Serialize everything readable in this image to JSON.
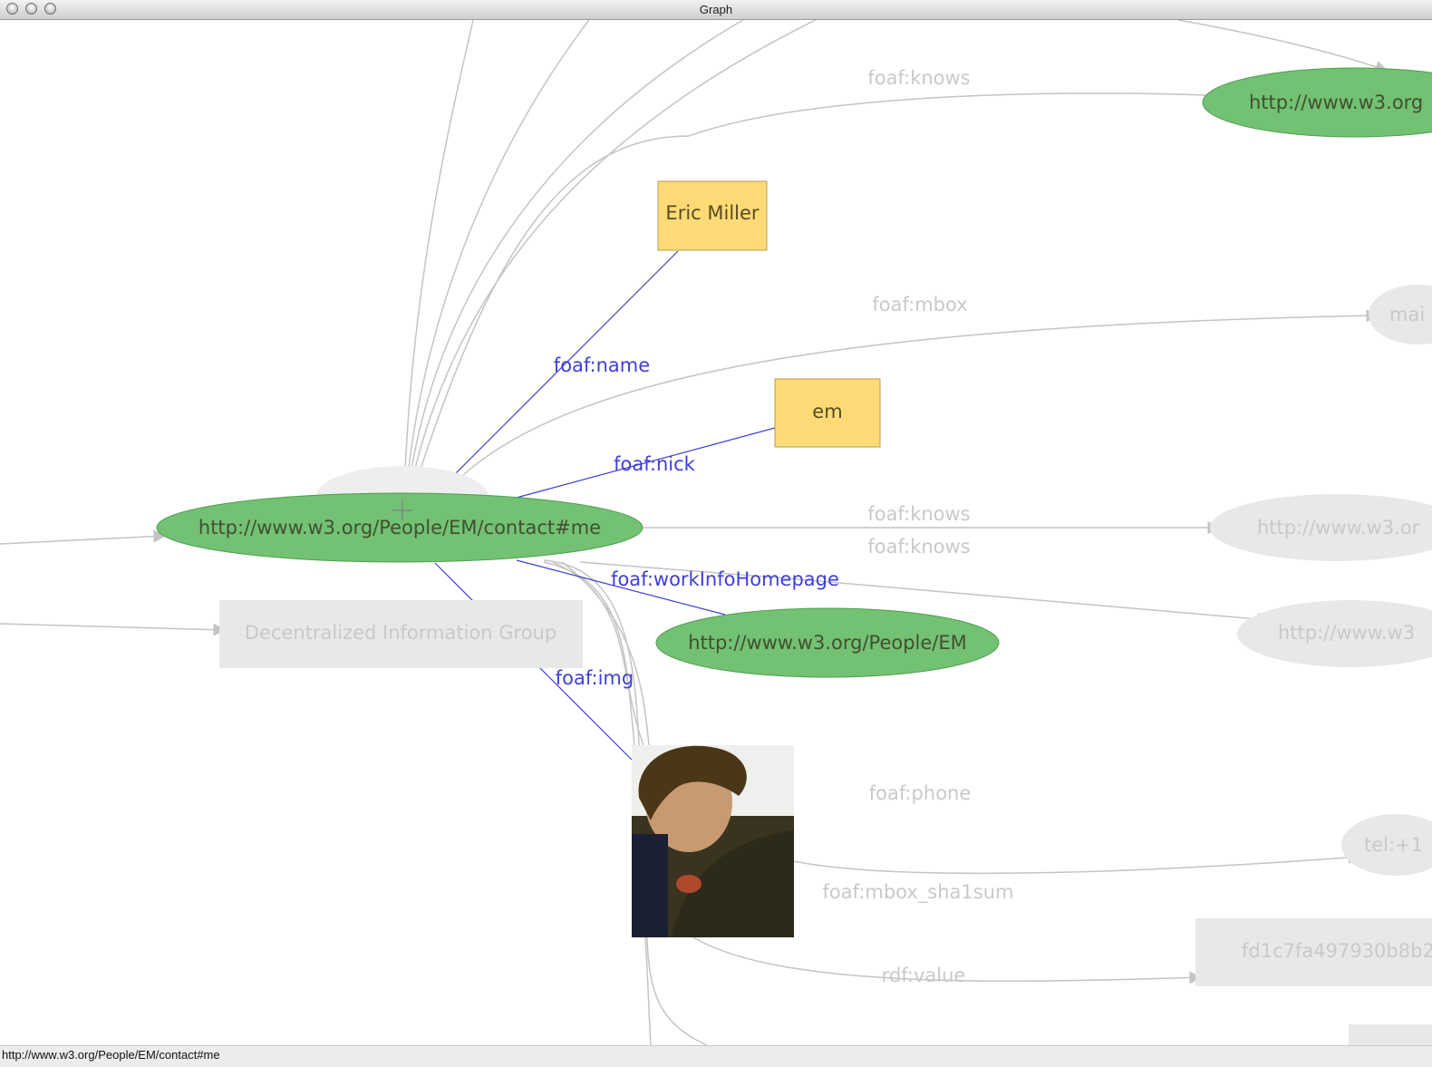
{
  "window": {
    "title": "Graph"
  },
  "colors": {
    "resource_node": "#73c173",
    "literal_node": "#ffdb77",
    "faded_node": "#e8e8e8",
    "active_edge": "#3f3fd7",
    "faded_edge": "#c4c4c4",
    "faded_text": "#c9c9c9",
    "node_text": "#40502f"
  },
  "nodes": {
    "contact_me": "http://www.w3.org/People/EM/contact#me",
    "eric_miller": "Eric Miller",
    "em": "em",
    "people_em": "http://www.w3.org/People/EM",
    "dig": "Decentralized Information Group",
    "w3_top_right": "http://www.w3.org",
    "mailto": "mai",
    "w3_right_1": "http://www.w3.or",
    "w3_right_2": "http://www.w3",
    "tel": "tel:+1",
    "sha1": "fd1c7fa497930b8b2",
    "photo_icon": "person-photo"
  },
  "edges": {
    "name": "foaf:name",
    "nick": "foaf:nick",
    "work": "foaf:workInfoHomepage",
    "img": "foaf:img",
    "knows_top": "foaf:knows",
    "mbox": "foaf:mbox",
    "knows_1": "foaf:knows",
    "knows_2": "foaf:knows",
    "phone": "foaf:phone",
    "mbox_sha1sum": "foaf:mbox_sha1sum",
    "rdf_value": "rdf:value"
  },
  "status": {
    "text": "http://www.w3.org/People/EM/contact#me"
  }
}
